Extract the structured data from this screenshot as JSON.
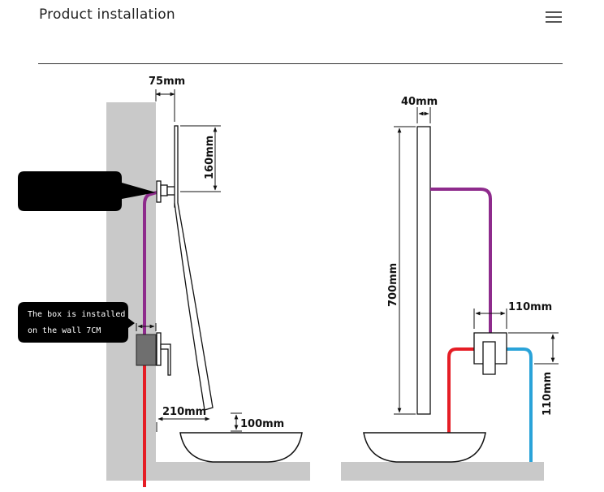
{
  "header": {
    "title": "Product installation",
    "menu_icon": "hamburger-menu-icon"
  },
  "diagram": {
    "side_view": {
      "dim_top_offset": "75mm",
      "dim_upper_height": "160mm",
      "dim_horizontal_reach": "210mm",
      "dim_spout_height": "100mm",
      "callout_upper": "",
      "callout_lower_line1": "The box is installed",
      "callout_lower_line2": "on the wall 7CM"
    },
    "front_view": {
      "dim_width": "40mm",
      "dim_height": "700mm",
      "dim_valve_width": "110mm",
      "dim_valve_height": "110mm"
    },
    "colors": {
      "wall": "#c9c9c9",
      "hot_water": "#e51d25",
      "cold_water": "#2aa3d9",
      "mixed_water": "#8e2b8c",
      "callout_bg": "#000000"
    }
  }
}
